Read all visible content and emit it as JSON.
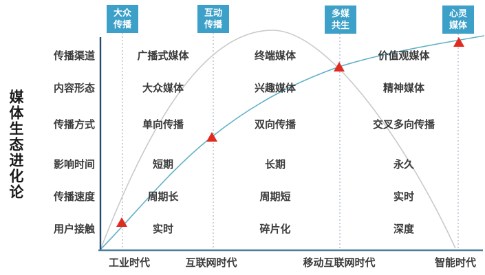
{
  "title": "媒体生态进化论",
  "stages": [
    {
      "lines": [
        "大众",
        "传播"
      ]
    },
    {
      "lines": [
        "互动",
        "传播"
      ]
    },
    {
      "lines": [
        "多媒",
        "共生"
      ]
    },
    {
      "lines": [
        "心灵",
        "媒体"
      ]
    }
  ],
  "rows": [
    {
      "label": "传播渠道",
      "cells": [
        "广播式媒体",
        "终端媒体",
        "价值观媒体"
      ]
    },
    {
      "label": "内容形态",
      "cells": [
        "大众媒体",
        "兴趣媒体",
        "精神媒体"
      ]
    },
    {
      "label": "传播方式",
      "cells": [
        "单向传播",
        "双向传播",
        "交叉多向传播"
      ]
    },
    {
      "label": "影响时间",
      "cells": [
        "短期",
        "长期",
        "永久"
      ]
    },
    {
      "label": "传播速度",
      "cells": [
        "周期长",
        "周期短",
        "实时"
      ]
    },
    {
      "label": "用户接触",
      "cells": [
        "实时",
        "碎片化",
        "深度"
      ]
    }
  ],
  "eras": {
    "labels": [
      "工业时代",
      "互联网时代",
      "移动互联网时代",
      "智能时代"
    ]
  },
  "colors": {
    "stage_box": "#3da0c8",
    "stage_box_text": "#ffffff",
    "evolution_curve": "#5fb0c7",
    "lifecycle_curve": "#c9c9c9",
    "marker": "#e02b20",
    "y_axis": "#27496d",
    "x_axis": "#4f7d9e",
    "guide_line": "#8fa6b4",
    "text": "#3a3a3a"
  }
}
